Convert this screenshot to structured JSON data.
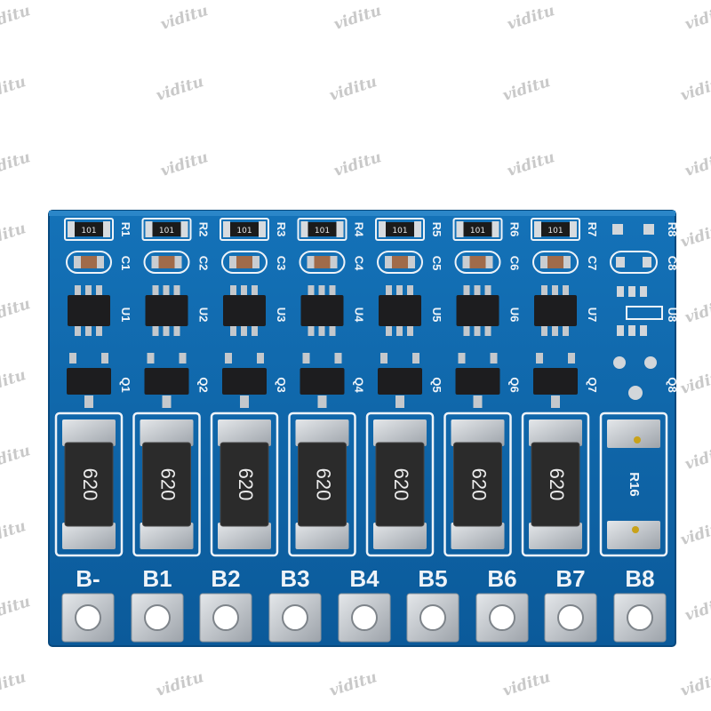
{
  "watermark": "viditu",
  "board": {
    "colors": {
      "pcb": "#0d63a8",
      "silkscreen": "#eef3f8",
      "pad": "#b9bec4",
      "resistor_body": "#2a2a2a"
    },
    "terminal_labels": [
      "B-",
      "B1",
      "B2",
      "B3",
      "B4",
      "B5",
      "B6",
      "B7",
      "B8"
    ],
    "top_resistor_code": "101",
    "top_resistor_refs": [
      "R1",
      "R2",
      "R3",
      "R4",
      "R5",
      "R6",
      "R7",
      "R8"
    ],
    "capacitor_refs": [
      "C1",
      "C2",
      "C3",
      "C4",
      "C5",
      "C6",
      "C7",
      "C8"
    ],
    "ic_refs": [
      "U1",
      "U2",
      "U3",
      "U4",
      "U5",
      "U6",
      "U7",
      "U8"
    ],
    "transistor_refs": [
      "Q1",
      "Q2",
      "Q3",
      "Q4",
      "Q5",
      "Q6",
      "Q7",
      "Q8"
    ],
    "balance_resistor_code": "620",
    "unpopulated_resistor_ref": "R16"
  }
}
